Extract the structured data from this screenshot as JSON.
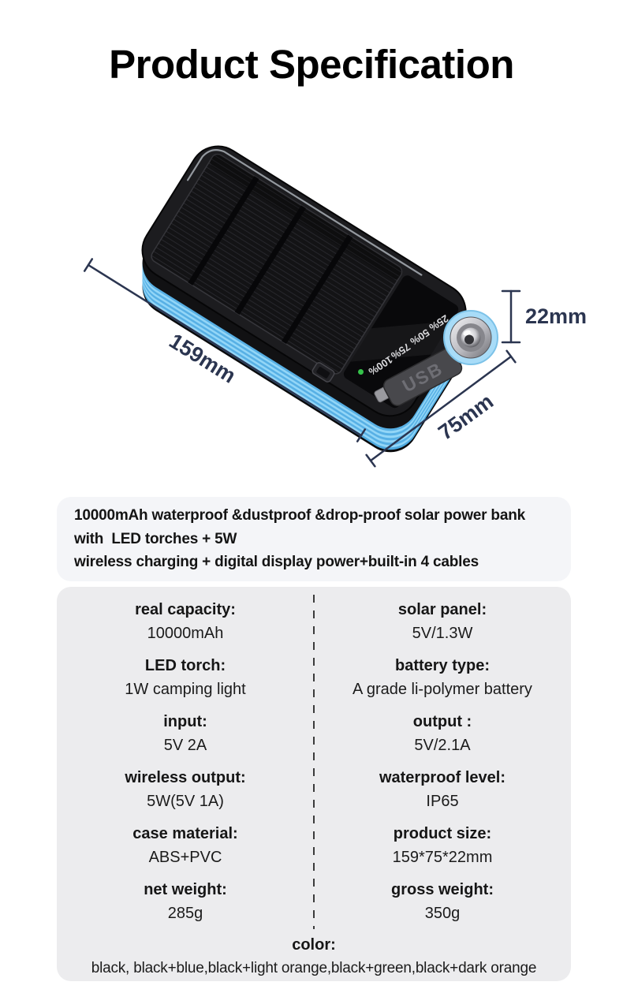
{
  "title": "Product Specification",
  "figure": {
    "dimensions": {
      "length_label": "159mm",
      "width_label": "75mm",
      "height_label": "22mm"
    },
    "device": {
      "usb_label": "USB",
      "battery_levels": [
        "25%",
        "50%",
        "75%",
        "100%"
      ]
    },
    "colors": {
      "dimension_line": "#2b3550",
      "body_black": "#1c1c1f",
      "blue_light": "#93d6f7",
      "blue_mid": "#57b0e5",
      "led_green": "#35c24a"
    }
  },
  "description": {
    "line1": "10000mAh waterproof &dustproof &drop-proof solar power bank",
    "line2": "with  LED torches + 5W",
    "line3": "wireless charging + digital display power+built-in 4 cables"
  },
  "specs": {
    "rows": [
      {
        "left": {
          "label": "real capacity:",
          "value": "10000mAh"
        },
        "right": {
          "label": "solar panel:",
          "value": "5V/1.3W"
        }
      },
      {
        "left": {
          "label": "LED torch:",
          "value": "1W camping light"
        },
        "right": {
          "label": "battery type:",
          "value": "A grade li-polymer battery"
        }
      },
      {
        "left": {
          "label": "input:",
          "value": "5V 2A"
        },
        "right": {
          "label": "output :",
          "value": "5V/2.1A"
        }
      },
      {
        "left": {
          "label": "wireless output:",
          "value": "5W(5V 1A)"
        },
        "right": {
          "label": "waterproof level:",
          "value": "IP65"
        }
      },
      {
        "left": {
          "label": "case material:",
          "value": "ABS+PVC"
        },
        "right": {
          "label": "product size:",
          "value": "159*75*22mm"
        }
      },
      {
        "left": {
          "label": "net weight:",
          "value": "285g"
        },
        "right": {
          "label": "gross weight:",
          "value": "350g"
        }
      }
    ],
    "color_row": {
      "label": "color:",
      "value": "black, black+blue,black+light orange,black+green,black+dark orange"
    }
  }
}
